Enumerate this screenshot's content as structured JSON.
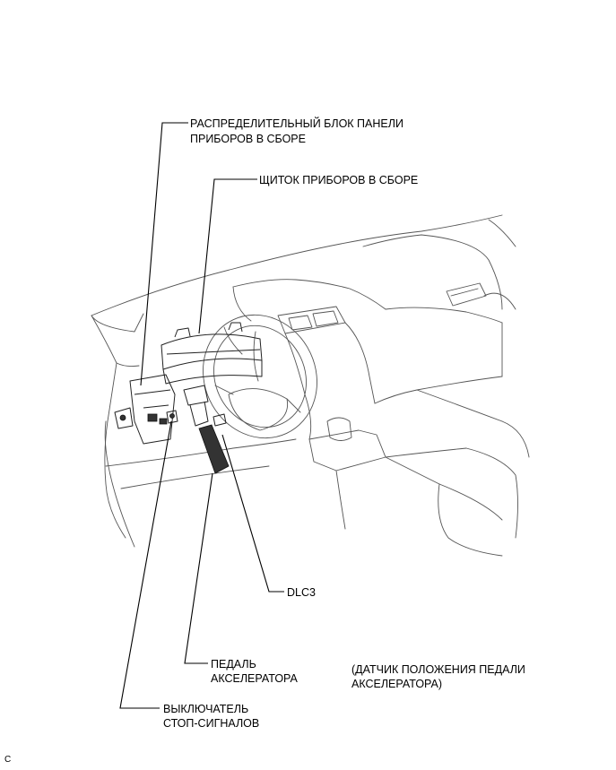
{
  "labels": {
    "junction_block": [
      "РАСПРЕДЕЛИТЕЛЬНЫЙ БЛОК ПАНЕЛИ",
      "ПРИБОРОВ В СБОРЕ"
    ],
    "combination_meter": "ЩИТОК ПРИБОРОВ В СБОРЕ",
    "dlc3": "DLC3",
    "accelerator_pedal": [
      "ПЕДАЛЬ",
      "АКСЕЛЕРАТОРА"
    ],
    "pedal_sensor": [
      "(ДАТЧИК ПОЛОЖЕНИЯ ПЕДАЛИ",
      "АКСЕЛЕРАТОРА)"
    ],
    "stop_light_switch": [
      "ВЫКЛЮЧАТЕЛЬ",
      "СТОП-СИГНАЛОВ"
    ]
  },
  "figure_code": "C"
}
